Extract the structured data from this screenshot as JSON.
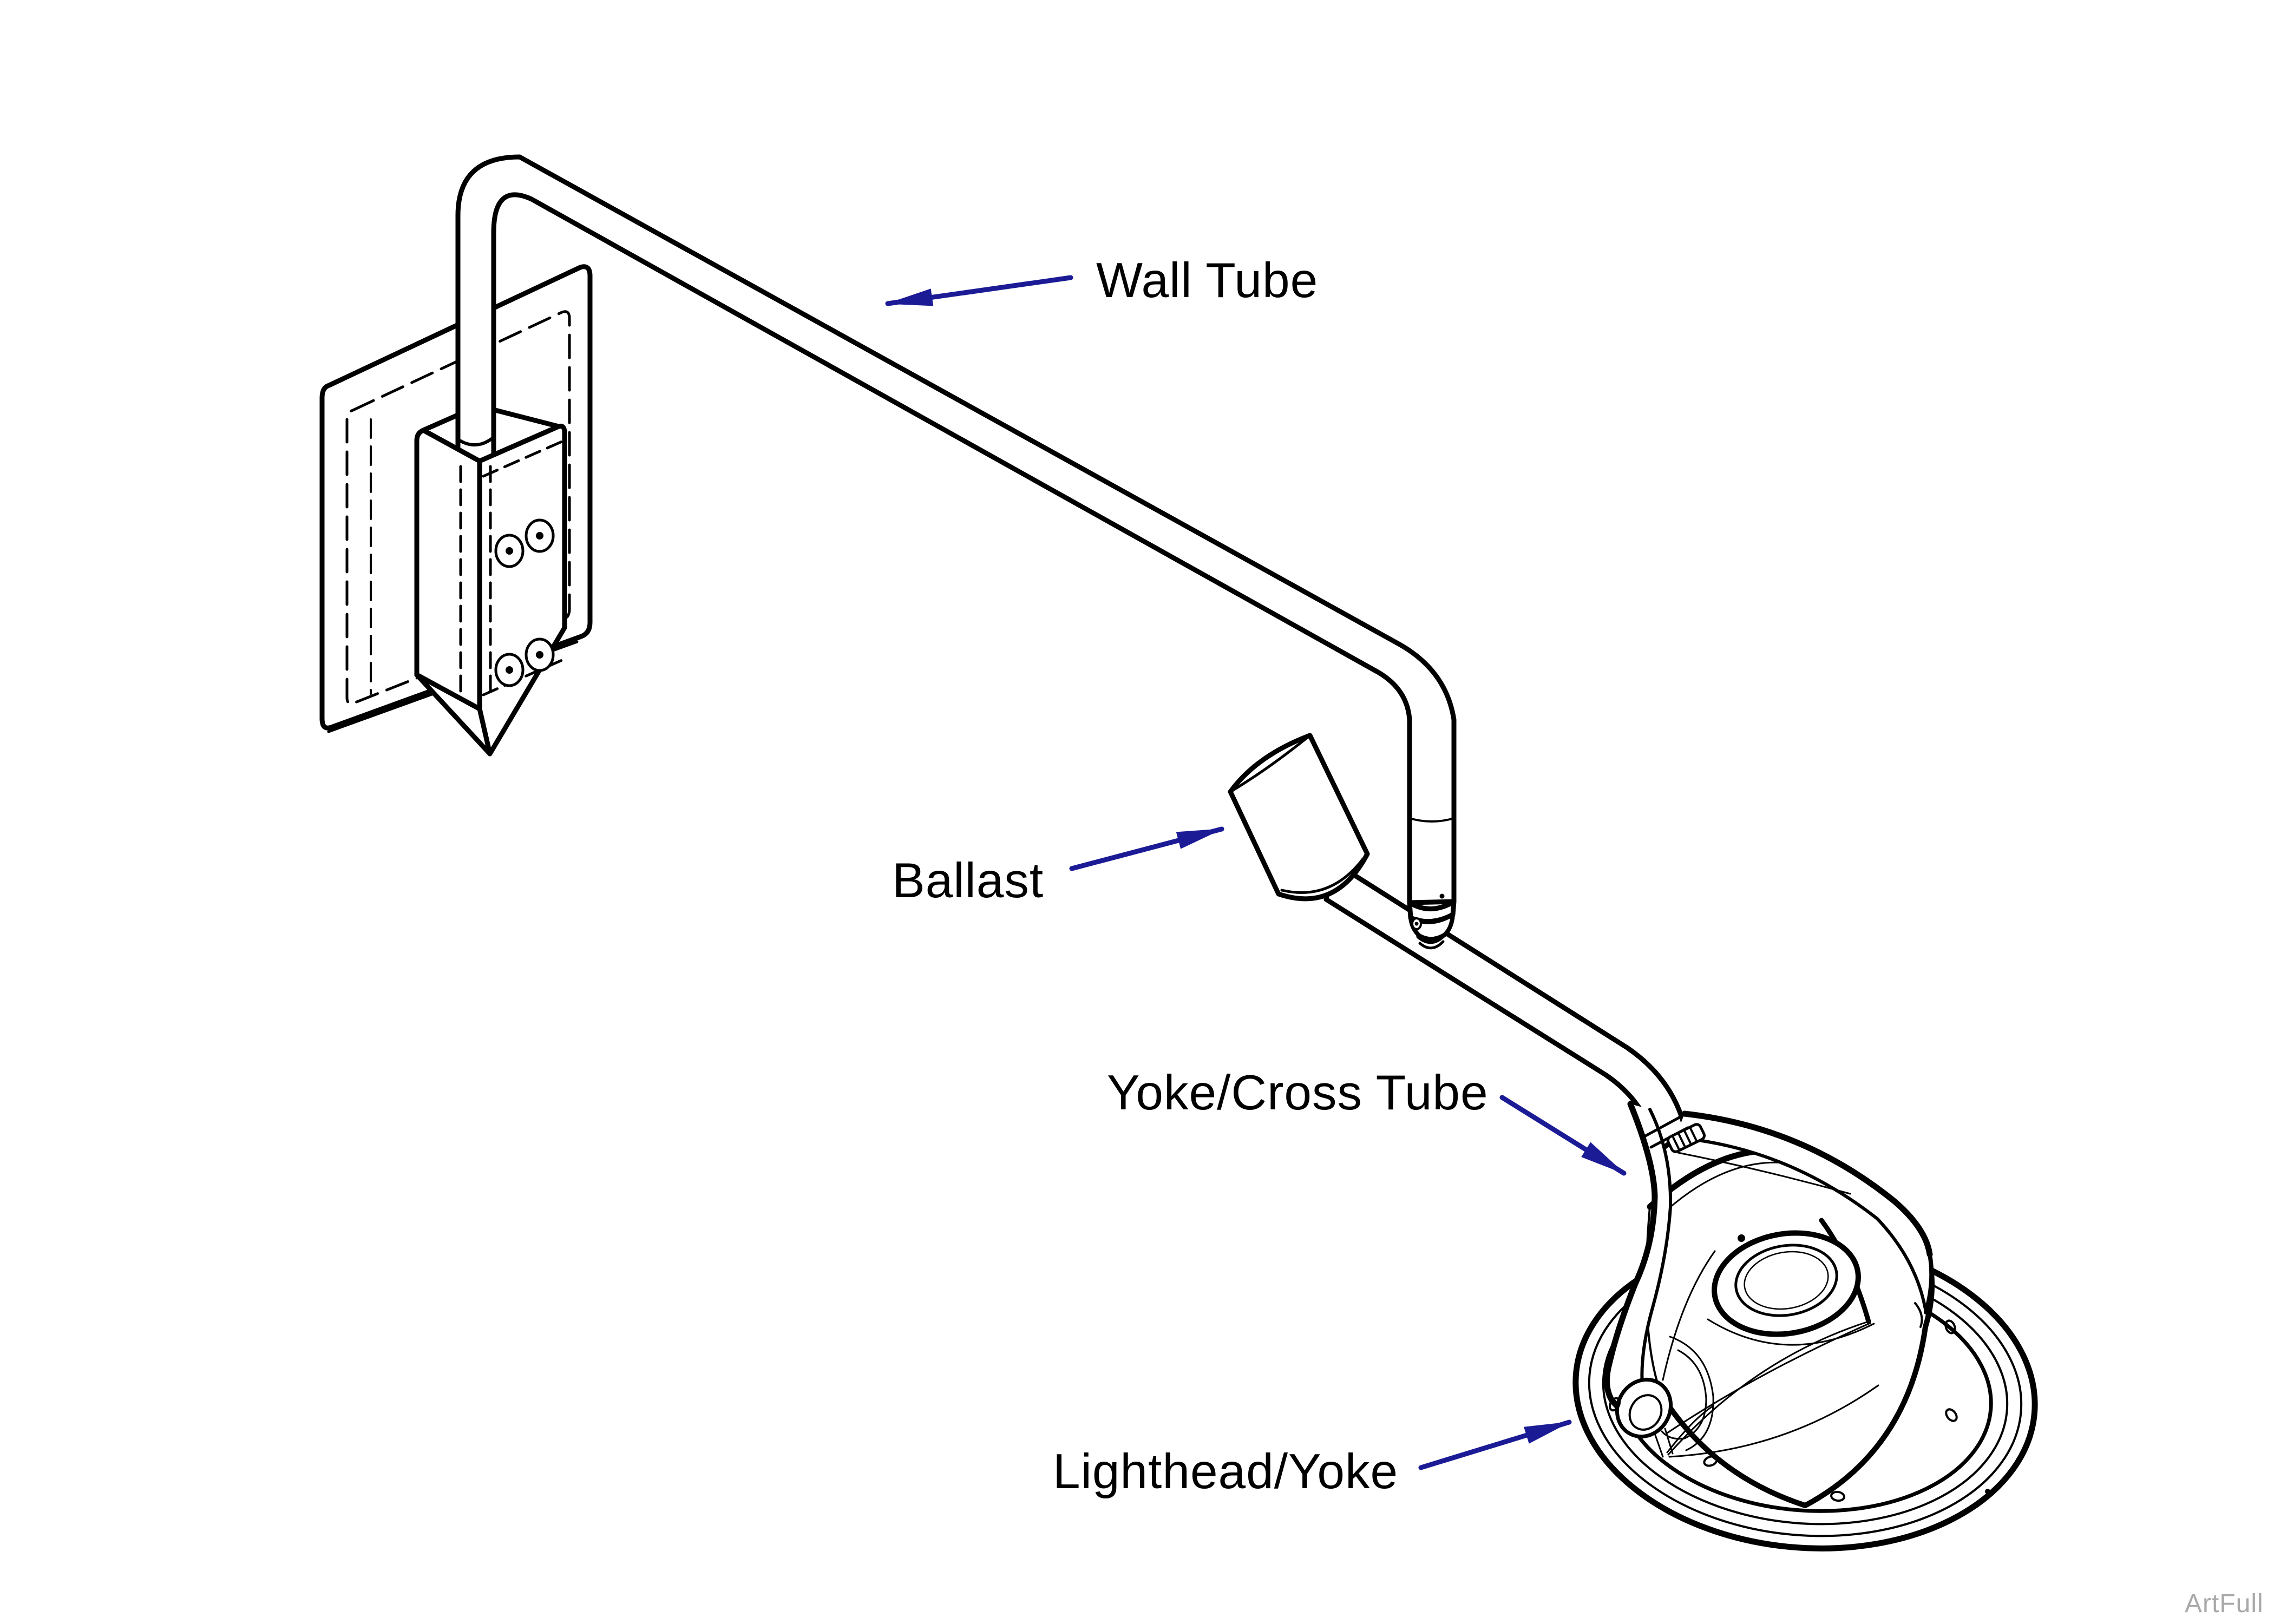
{
  "diagram": {
    "type": "technical-illustration",
    "subject": "wall-mounted-dental-light",
    "background": "#ffffff",
    "line_color": "#000000",
    "arrow_color": "#1b1b96",
    "labels": [
      {
        "id": "wall-tube",
        "text": "Wall Tube"
      },
      {
        "id": "ballast",
        "text": "Ballast"
      },
      {
        "id": "yoke-cross-tube",
        "text": "Yoke/Cross Tube"
      },
      {
        "id": "lighthead-yoke",
        "text": "Lighthead/Yoke"
      }
    ],
    "watermark": {
      "text": "ArtFull",
      "color": "#a9a9a9"
    }
  }
}
